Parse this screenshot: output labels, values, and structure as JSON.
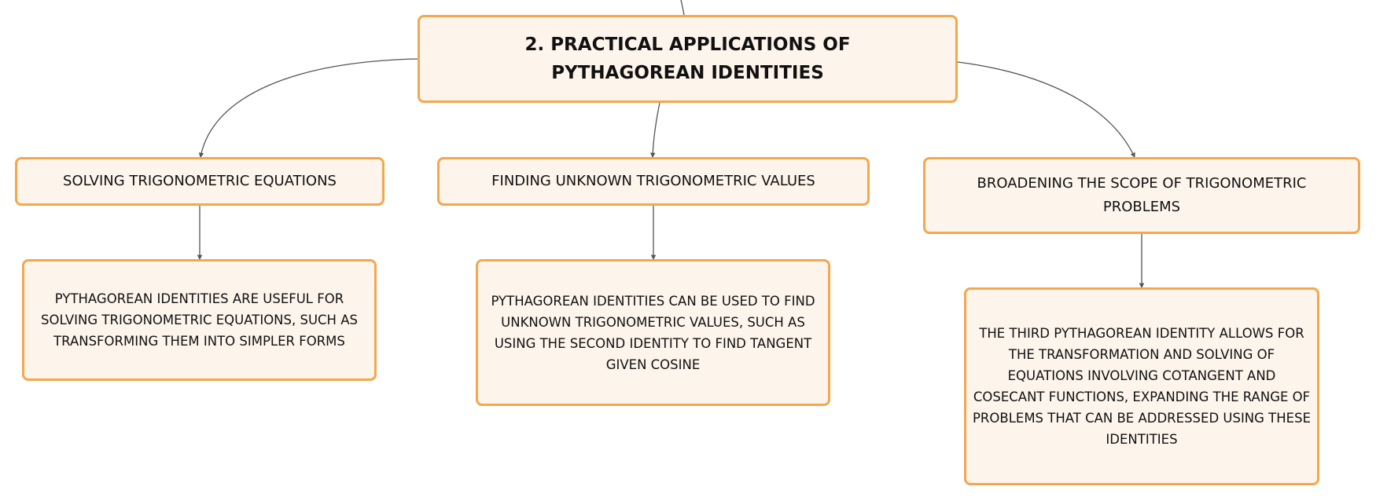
{
  "colors": {
    "node_fill": "#fdf4ec",
    "node_border": "#f3a84f",
    "connector": "#555555"
  },
  "root": {
    "title": "2. PRACTICAL APPLICATIONS OF PYTHAGOREAN IDENTITIES"
  },
  "branches": [
    {
      "label": "SOLVING TRIGONOMETRIC EQUATIONS",
      "detail": "PYTHAGOREAN IDENTITIES ARE USEFUL FOR SOLVING TRIGONOMETRIC EQUATIONS, SUCH AS TRANSFORMING THEM INTO SIMPLER FORMS"
    },
    {
      "label": "FINDING UNKNOWN TRIGONOMETRIC VALUES",
      "detail": "PYTHAGOREAN IDENTITIES CAN BE USED TO FIND UNKNOWN TRIGONOMETRIC VALUES, SUCH AS USING THE SECOND IDENTITY TO FIND TANGENT GIVEN COSINE"
    },
    {
      "label": "BROADENING THE SCOPE OF TRIGONOMETRIC PROBLEMS",
      "detail": "THE THIRD PYTHAGOREAN IDENTITY ALLOWS FOR THE TRANSFORMATION AND SOLVING OF EQUATIONS INVOLVING COTANGENT AND COSECANT FUNCTIONS, EXPANDING THE RANGE OF PROBLEMS THAT CAN BE ADDRESSED USING THESE IDENTITIES"
    }
  ]
}
